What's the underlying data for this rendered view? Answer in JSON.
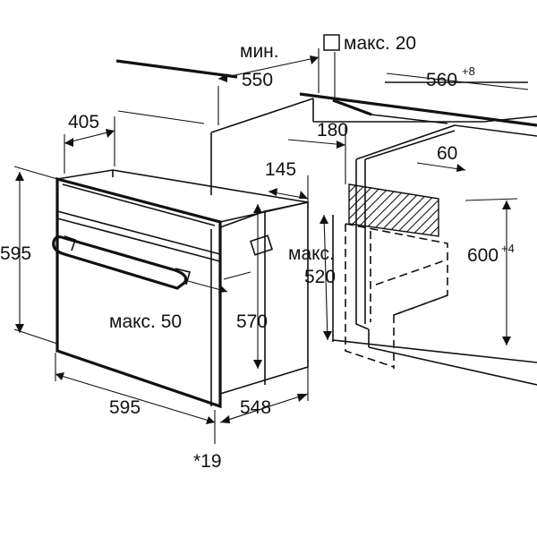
{
  "diagram": {
    "labels": {
      "min": "мин.",
      "min_value": "550",
      "max20": "макс. 20",
      "niche_width": "560",
      "niche_width_tol": "+8",
      "depth_panel": "405",
      "d180": "180",
      "d60": "60",
      "d145": "145",
      "oven_height": "595",
      "niche_max": "макс.",
      "niche_max_value": "520",
      "niche_height": "600",
      "niche_height_tol": "+4",
      "d570": "570",
      "max50": "макс. 50",
      "oven_width": "595",
      "oven_depth": "548",
      "footnote": "*19"
    }
  }
}
